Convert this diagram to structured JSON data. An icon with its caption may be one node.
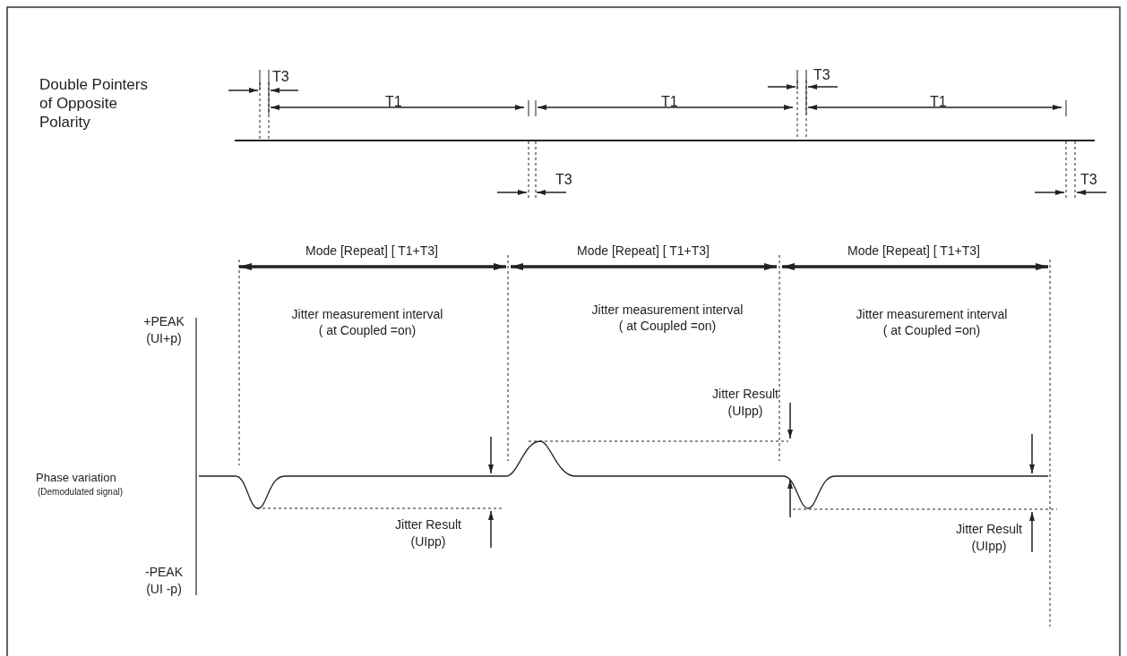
{
  "diagram": {
    "labels": [
      "Double Pointers of Opposite Polarity",
      "T3",
      "T1",
      "T1",
      "T3",
      "T1",
      "T3",
      "T3",
      "Mode [Repeat] [ T1+T3]",
      "Mode [Repeat] [ T1+T3]",
      "Mode [Repeat] [ T1+T3]",
      "+PEAK (UI+p)",
      "Jitter measurement interval ( at Coupled =on)",
      "Jitter measurement interval ( at Coupled =on)",
      "Jitter measurement interval ( at Coupled =on)",
      "Jitter Result (UIpp)",
      "Phase variation",
      "(Demodulated signal)",
      "Jitter Result (UIpp)",
      "Jitter Result (UIpp)",
      "-PEAK (UI -p)"
    ]
  }
}
